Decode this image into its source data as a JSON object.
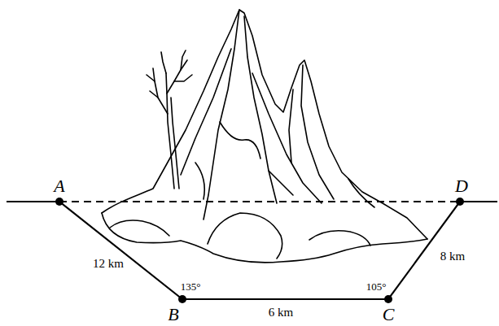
{
  "diagram": {
    "labels": [
      "A",
      "12 km",
      "135°",
      "B",
      "6 km",
      "105°",
      "C",
      "8 km",
      "D"
    ]
  }
}
